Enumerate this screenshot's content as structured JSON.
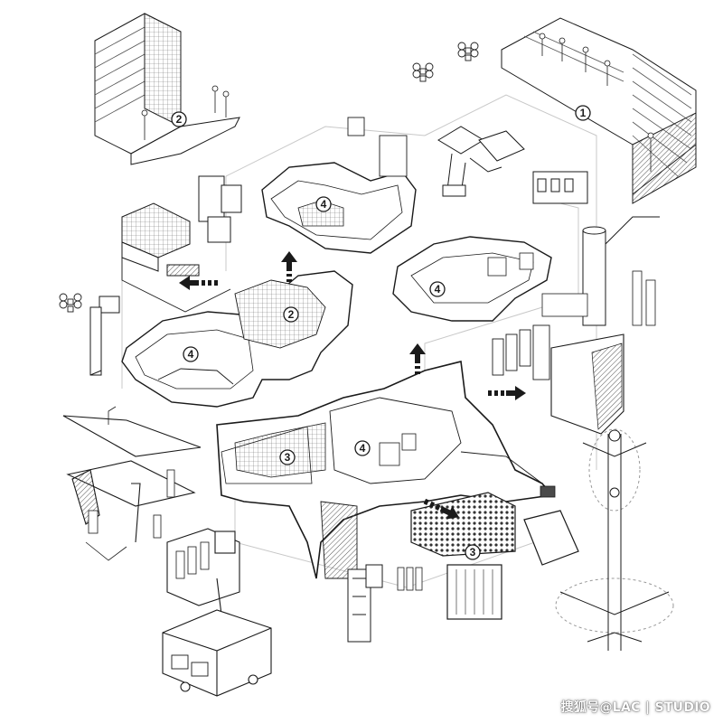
{
  "diagram": {
    "callouts": [
      {
        "id": "c1",
        "text": "1"
      },
      {
        "id": "c2a",
        "text": "2"
      },
      {
        "id": "c2b",
        "text": "2"
      },
      {
        "id": "c3a",
        "text": "3"
      },
      {
        "id": "c3b",
        "text": "3"
      },
      {
        "id": "c4a",
        "text": "4"
      },
      {
        "id": "c4b",
        "text": "4"
      },
      {
        "id": "c4c",
        "text": "4"
      },
      {
        "id": "c4d",
        "text": "4"
      }
    ]
  },
  "watermark": {
    "text": "搜狐号@LAC | STUDIO"
  },
  "colors": {
    "ink": "#1a1a1a",
    "fill": "#ffffff",
    "shade": "#d9d9d9",
    "dark": "#4a4a4a"
  }
}
